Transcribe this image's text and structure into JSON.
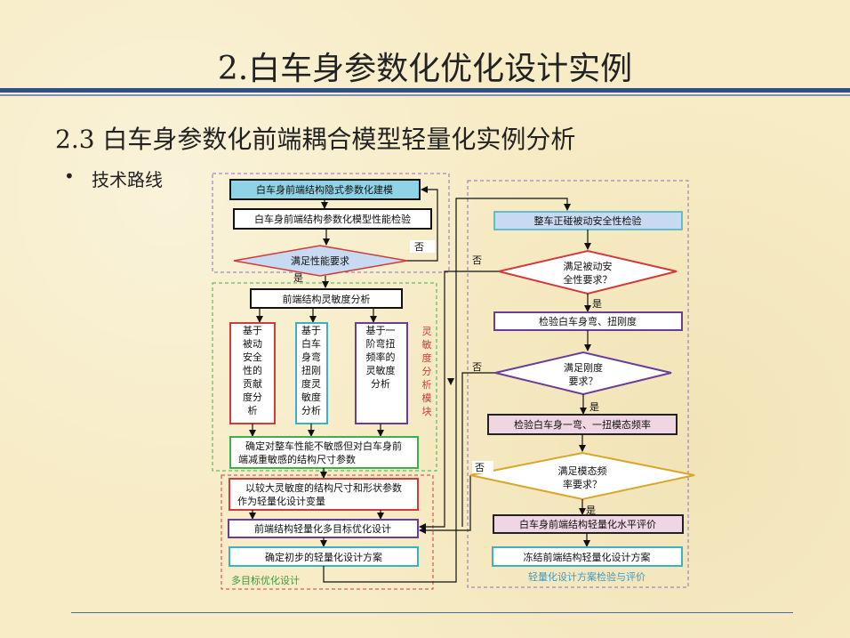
{
  "title": "2.白车身参数化优化设计实例",
  "subtitle": "2.3 白车身参数化前端耦合模型轻量化实例分析",
  "bullet": {
    "marker": "•",
    "text": "技术路线"
  },
  "colors": {
    "background": "#f7ecc6",
    "title_rule": "#2f4f86",
    "box_fill": "#ffffff",
    "cyan": "#3bb0c9",
    "blue_dash": "#7f6fb8",
    "green_dash": "#3ab14a",
    "red_dash": "#d23b3b",
    "purple": "#6a3d9a",
    "gold": "#d8a72b",
    "light_blue_fill": "#c7daf1"
  },
  "left": {
    "modeling": "白车身前端结构隐式参数化建模",
    "perf_check": "白车身前端结构参数化模型性能检验",
    "perf_req": "满足性能要求",
    "no_label": "否",
    "yes_label": "是",
    "sensitivity": "前端结构灵敏度分析",
    "col1": [
      "基于",
      "被动",
      "安全",
      "性的",
      "贡献",
      "度分",
      "析"
    ],
    "col2": [
      "基于",
      "白车",
      "身弯",
      "扭刚",
      "度灵",
      "敏度",
      "分析"
    ],
    "col3": [
      "基于一",
      "阶弯扭",
      "频率的",
      "灵敏度",
      "分析"
    ],
    "module_label": [
      "灵",
      "敏",
      "度",
      "分",
      "析",
      "模",
      "块"
    ],
    "determine": [
      "确定对整车性能不敏感但对白车身前",
      "端减重敏感的结构尺寸参数"
    ],
    "vars": [
      "以较大灵敏度的结构尺寸和形状参数",
      "作为轻量化设计变量"
    ],
    "multi_obj": "前端结构轻量化多目标优化设计",
    "initial_plan": "确定初步的轻量化设计方案",
    "multi_obj_label": "多目标优化设计"
  },
  "right": {
    "crash_check": "整车正碰被动安全性检验",
    "safety_req": [
      "满足被动安",
      "全性要求？"
    ],
    "stiffness_check": "检验白车身弯、扭刚度",
    "stiffness_req": [
      "满足刚度",
      "要求？"
    ],
    "modal_check": "检验白车身一弯、一扭模态频率",
    "modal_req": [
      "满足模态频",
      "率要求？"
    ],
    "eval": "白车身前端结构轻量化水平评价",
    "freeze": "冻结前端结构轻量化设计方案",
    "module_label": "轻量化设计方案检验与评价",
    "no_label": "否",
    "yes_label": "是"
  }
}
